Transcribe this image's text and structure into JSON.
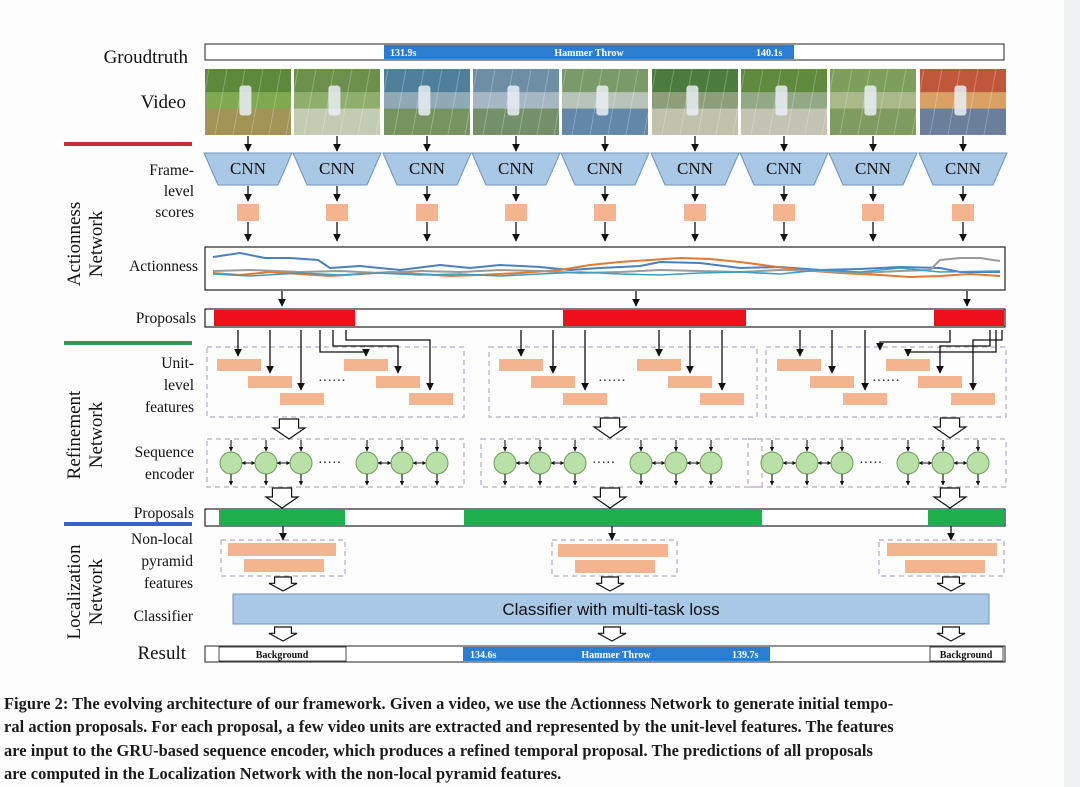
{
  "figure": {
    "rows": {
      "groundtruth": "Groudtruth",
      "video": "Video",
      "frame_scores": [
        "Frame-",
        "level",
        "scores"
      ],
      "actionness": "Actionness",
      "proposals_top": "Proposals",
      "unit_features": [
        "Unit-",
        "level",
        "features"
      ],
      "sequence_encoder": [
        "Sequence",
        "encoder"
      ],
      "proposals_mid": "Proposals",
      "nonlocal": [
        "Non-local",
        "pyramid",
        "features"
      ],
      "classifier": "Classifier",
      "result": "Result"
    },
    "sections": {
      "actionness": [
        "Actionness",
        "Network"
      ],
      "refinement": [
        "Refinement",
        "Network"
      ],
      "localization": [
        "Localization",
        "Network"
      ]
    },
    "section_colors": {
      "actionness": "#c62d3c",
      "refinement": "#2e9a55",
      "localization": "#3a62c4"
    },
    "groundtruth_bar": {
      "start": "131.9s",
      "label": "Hammer Throw",
      "end": "140.1s",
      "color": "#2a7dd1"
    },
    "cnn_label": "CNN",
    "dots": "······",
    "ellipsis_encoder": "·····",
    "classifier_box": "Classifier with multi-task loss",
    "result_bar": {
      "left": "Background",
      "start": "134.6s",
      "label": "Hammer Throw",
      "end": "139.7s",
      "right": "Background"
    },
    "colors": {
      "cnn": "#a9c8e6",
      "feature": "#f4b48f",
      "gru": "#b9e0a6",
      "proposal_red": "#ee0f1a",
      "proposal_green": "#1fae4c",
      "classifier": "#a9c8e6"
    },
    "video_thumbnails": [
      "stadium-wide",
      "throw-circle",
      "athlete-net",
      "athlete-net-2",
      "athlete-net-3",
      "athlete-spin",
      "athlete-release",
      "blurred-field",
      "athlete-celebrate"
    ]
  },
  "caption": [
    "Figure 2: The evolving architecture of our framework. Given a video, we use the Actionness Network to generate initial tempo-",
    "ral action proposals. For each proposal, a few video units are extracted and represented by the unit-level features. The features",
    "are input to the GRU-based sequence encoder, which produces a refined temporal proposal. The predictions of all proposals",
    "are computed in the Localization Network with the non-local pyramid features."
  ]
}
